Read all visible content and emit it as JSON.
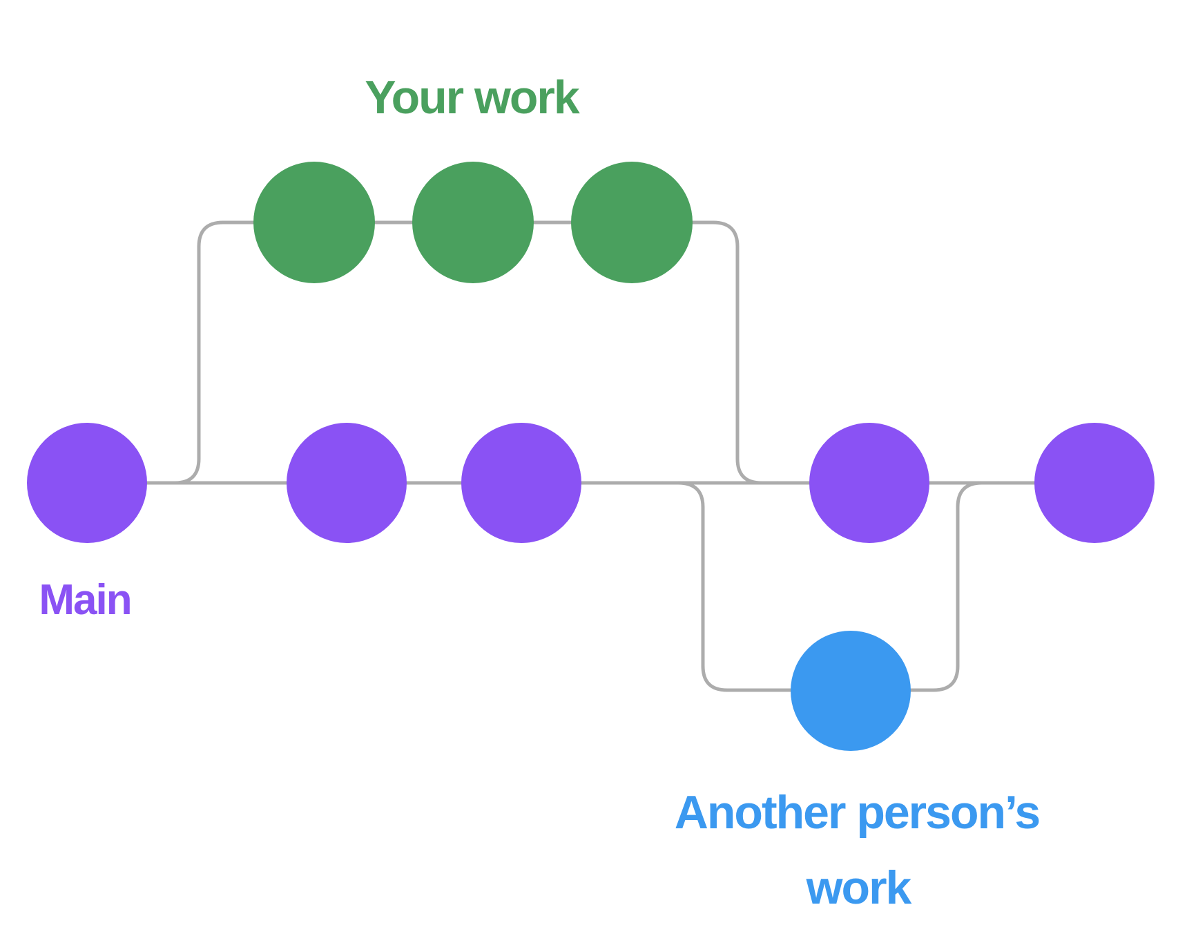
{
  "labels": {
    "your_work": "Your work",
    "main": "Main",
    "another_line1": "Another person’s",
    "another_line2": "work"
  },
  "colors": {
    "main_branch": "#8A52F4",
    "your_work_branch": "#4AA05E",
    "another_person_branch": "#3B99F0",
    "connector_line": "#ACACAC",
    "background": "#FFFFFF"
  },
  "branches": {
    "main": {
      "label": "Main",
      "color": "#8A52F4",
      "commit_count": 5
    },
    "your_work": {
      "label": "Your work",
      "color": "#4AA05E",
      "commit_count": 3
    },
    "another_person": {
      "label": "Another person’s work",
      "color": "#3B99F0",
      "commit_count": 1
    }
  }
}
